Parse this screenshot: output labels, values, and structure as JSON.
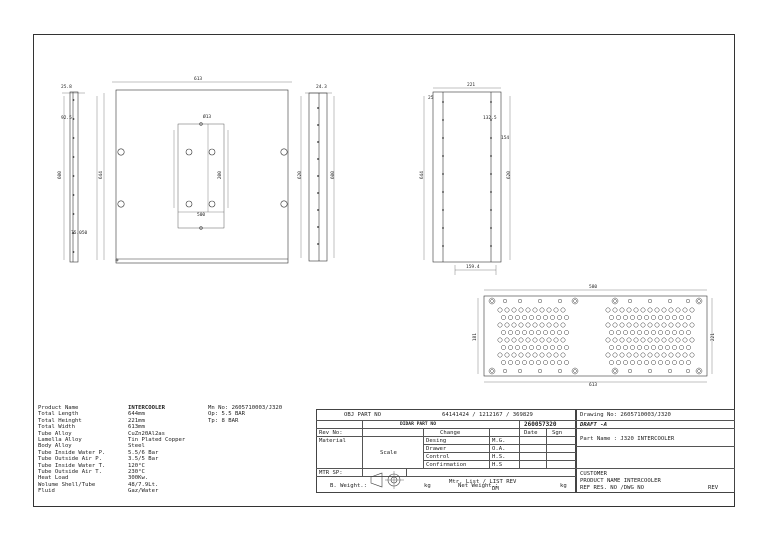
{
  "spec": {
    "product_name_label": "Product Name",
    "product_name_value": "INTERCOOLER",
    "mn_no": "Mn No: 2605710003/J320",
    "total_length_label": "Total Length",
    "total_length_value": "644mm",
    "op": "Op: 5.5 BAR",
    "total_height_label": "Total Heinght",
    "total_height_value": "221mm",
    "tp": "Tp: 8 BAR",
    "total_width_label": "Total Width",
    "total_width_value": "613mm",
    "tube_alloy_label": "Tube Alloy",
    "tube_alloy_value": "CuZn20Al2as",
    "lamella_alloy_label": "Lamella Alloy",
    "lamella_alloy_value": "Tin Plated Copper",
    "body_alloy_label": "Body Alloy",
    "body_alloy_value": "Steel",
    "tube_inside_water_p_label": "Tube Inside Water P.",
    "tube_inside_water_p_value": "5.5/6 Bar",
    "tube_outside_air_p_label": "Tube Outside Air P.",
    "tube_outside_air_p_value": "3.5/5 Bar",
    "tube_inside_water_t_label": "Tube Inside Water T.",
    "tube_inside_water_t_value": "120°C",
    "tube_outside_air_t_label": "Tube Outside Air T.",
    "tube_outside_air_t_value": "230°C",
    "heat_load_label": "Heat Load",
    "heat_load_value": "300Kw.",
    "volume_label": "Wolume Shell/Tube",
    "volume_value": "48/7.9Lt.",
    "fluid_label": "Fluid",
    "fluid_value": "Gaz/Water"
  },
  "title_block": {
    "obj_part_no_label": "OBJ PART NO",
    "obj_part_no_value": "64141424 / 1212167 / 369829",
    "didar_part_no_label": "DIDAR PART NO",
    "didar_part_no_value": "260057320",
    "rev_no_label": "Rev No:",
    "change_label": "Change",
    "date_label": "Date",
    "sgn_label": "Sgn",
    "material_label": "Material",
    "scale_label": "Scale",
    "desing_label": "Desing",
    "desing_value": "M.G.",
    "drawer_label": "Drawer",
    "drawer_value": "O.A.",
    "control_label": "Control",
    "control_value": "H.S.",
    "confirmation_label": "Confirmation",
    "confirmation_value": "H.S",
    "mtr_sp_label": "MTR SP:",
    "mtr_list_label": "Mtr. List / LIST REV",
    "mtr_list_value": "DM",
    "b_weight_label": "B. Weight.:",
    "kg1": "kg",
    "net_weight_label": "Net Weight.:",
    "kg2": "kg",
    "drawing_no": "Drawing No: 2605710003/J320",
    "draft": "DRAFT -A",
    "part_name": "Part Name : J320 INTERCOOLER",
    "customer": "CUSTOMER",
    "product_name_line": "PRODUCT NAME  INTERCOOLER",
    "ref_res_line": "REF RES. NO /DWG NO",
    "rev_label": "REV"
  },
  "dims": {
    "front_width": "613",
    "front_height": "644",
    "left_w": "25.8",
    "left_h": "600",
    "left_note": "92.5",
    "left_bottom": "75.050",
    "center_dim": "500",
    "center_dim2": "200",
    "small_dim": "Ø13",
    "side_w": "24.3",
    "side_h": "620",
    "side_h2": "600",
    "right_w": "221",
    "right_h": "644",
    "right_h2": "620",
    "right_a": "25",
    "right_b": "132.5",
    "right_c": "154",
    "right_bottom": "159.4",
    "bottom_w": "580",
    "bottom_w2": "613",
    "bottom_h": "181",
    "bottom_h2": "221"
  }
}
